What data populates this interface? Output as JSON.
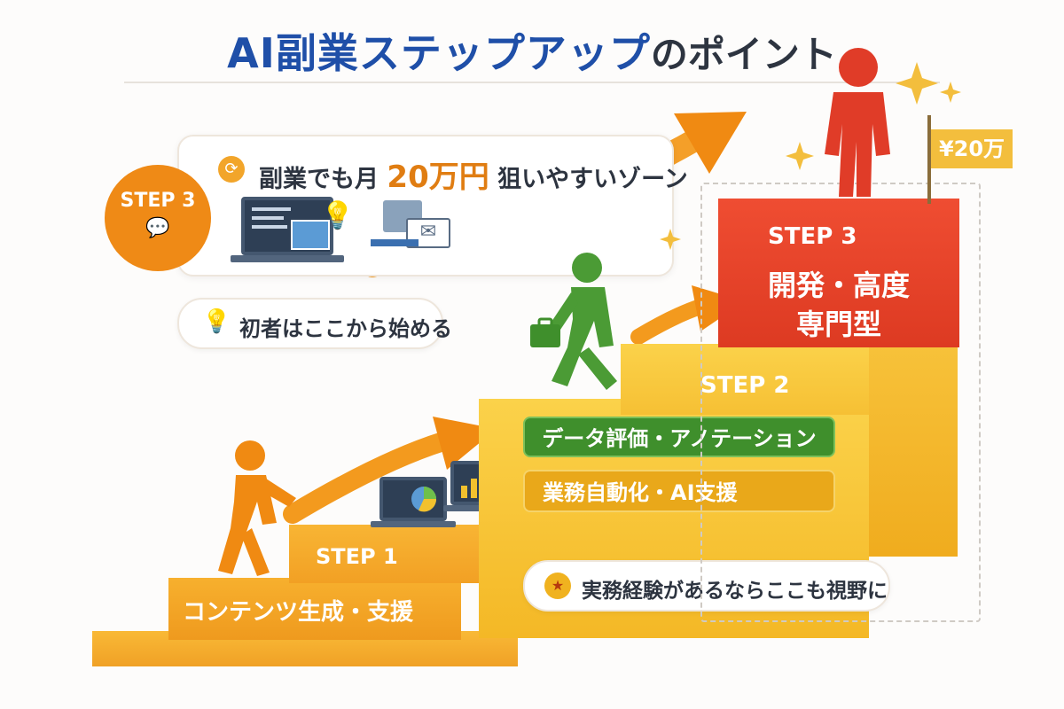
{
  "title": {
    "highlight": "AI副業ステップアップ",
    "rest": "のポイント"
  },
  "callout": {
    "prefix": "副業でも月",
    "amount": "20万円",
    "suffix": "狙いやすいゾーン"
  },
  "step3_badge": "STEP 3",
  "beginner_note": "初者はここから始める",
  "experience_note": "実務経験があるならここも視野に",
  "flag_text": "¥20万",
  "steps": [
    {
      "label": "STEP 1",
      "description": "コンテンツ生成・支援"
    },
    {
      "label": "STEP 2",
      "items": [
        "データ評価・アノテーション",
        "業務自動化・AI支援"
      ]
    },
    {
      "label": "STEP 3",
      "description_lines": [
        "開発・高度",
        "専門型"
      ]
    }
  ],
  "colors": {
    "title_blue": "#1f4fa8",
    "step1": "#f2a024",
    "step2": "#f4b826",
    "step3": "#dd3a22",
    "tag_green": "#3f8f2c",
    "arrow": "#f08a12",
    "figure_orange": "#f08a12",
    "figure_green": "#4b9b35",
    "figure_red": "#e03c28"
  },
  "icons": [
    "refresh-icon",
    "lightbulb-icon",
    "medal-icon",
    "chat-icon",
    "mail-icon",
    "chart-icon",
    "briefcase-icon",
    "sparkle-icon"
  ]
}
